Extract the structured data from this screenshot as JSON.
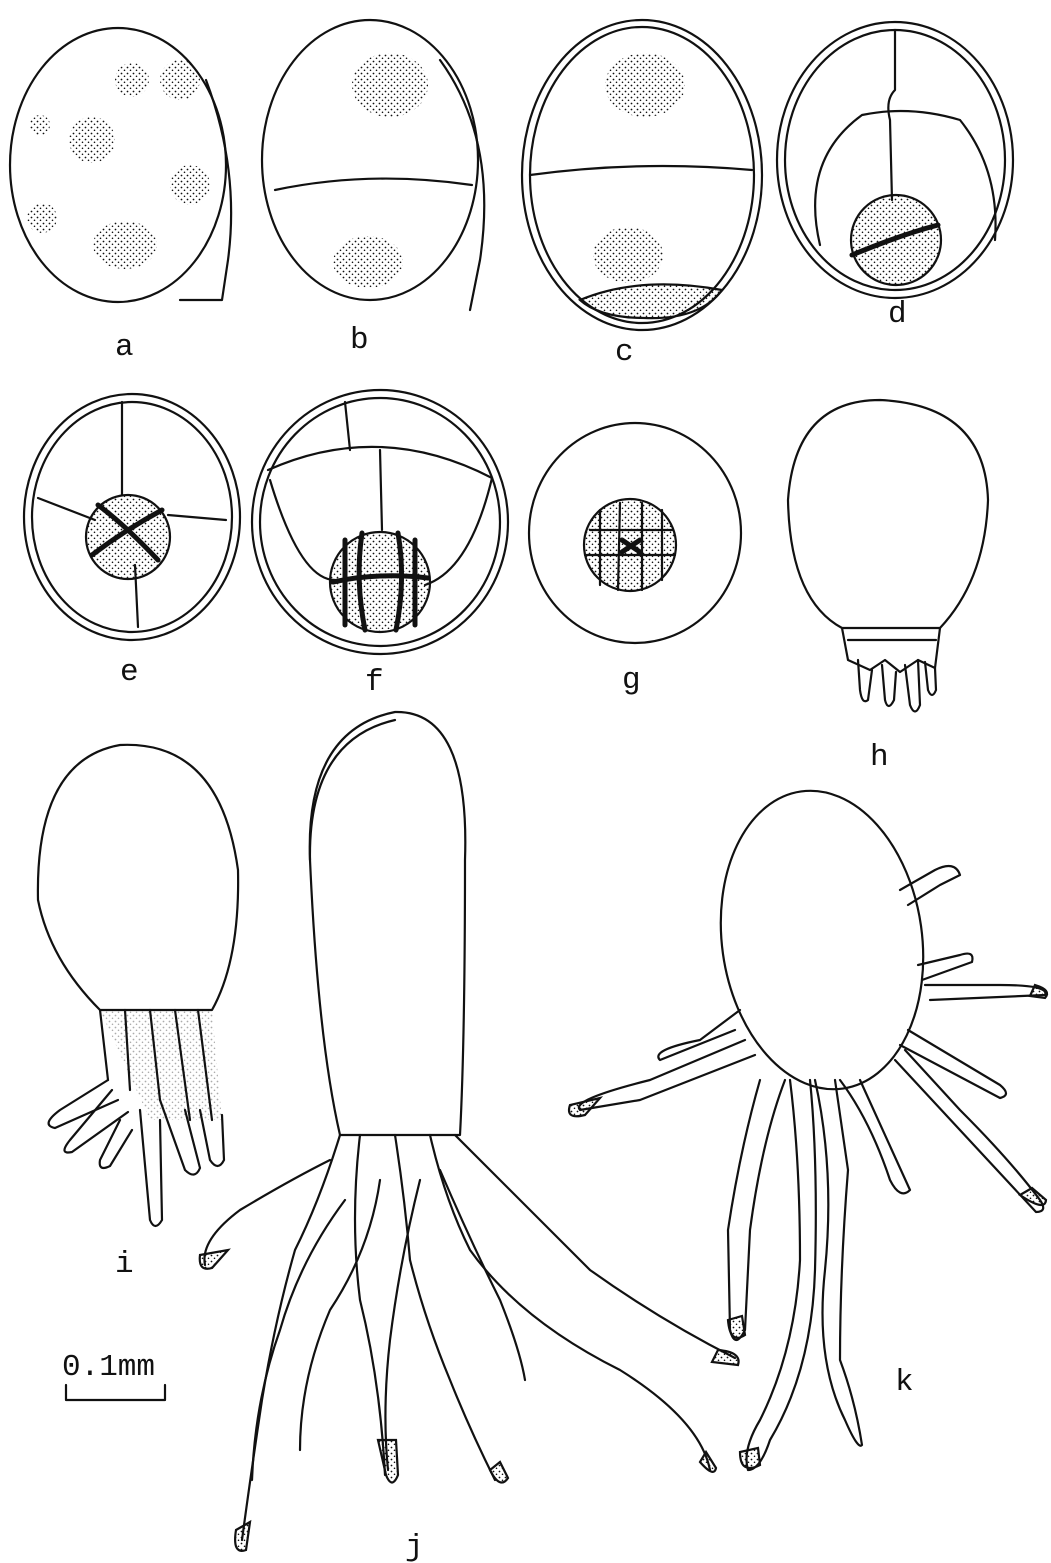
{
  "panels": [
    {
      "id": "a",
      "label": "a"
    },
    {
      "id": "b",
      "label": "b"
    },
    {
      "id": "c",
      "label": "c"
    },
    {
      "id": "d",
      "label": "d"
    },
    {
      "id": "e",
      "label": "e"
    },
    {
      "id": "f",
      "label": "f"
    },
    {
      "id": "g",
      "label": "g"
    },
    {
      "id": "h",
      "label": "h"
    },
    {
      "id": "i",
      "label": "i"
    },
    {
      "id": "j",
      "label": "j"
    },
    {
      "id": "k",
      "label": "k"
    }
  ],
  "scale_bar": {
    "label": "0.1mm"
  }
}
